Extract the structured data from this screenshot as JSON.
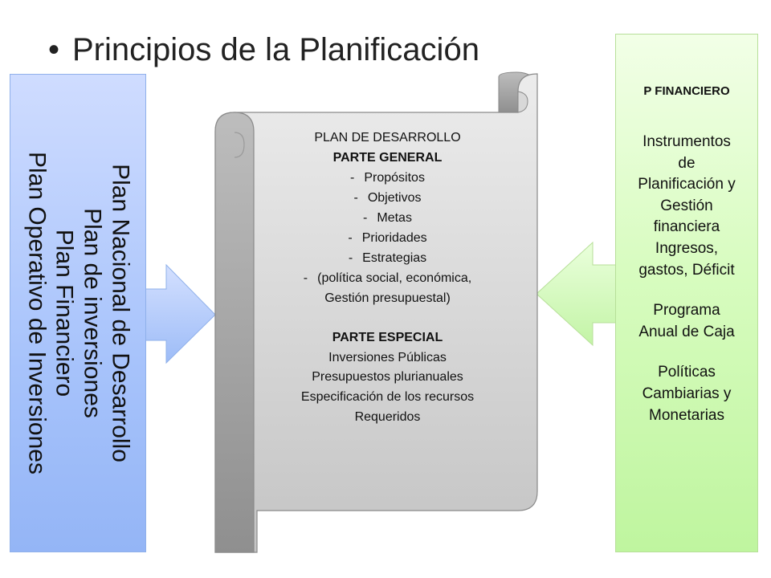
{
  "title": "Principios de la Planificación",
  "left_box": {
    "lines": [
      "Plan Nacional de Desarrollo",
      "Plan de inversiones",
      "Plan Financiero",
      "Plan Operativo de Inversiones"
    ]
  },
  "scroll": {
    "heading": "PLAN DE DESARROLLO",
    "general_title": "PARTE GENERAL",
    "general_items": [
      "Propósitos",
      "Objetivos",
      "Metas",
      "Prioridades",
      "Estrategias",
      "(política social, económica,"
    ],
    "general_continuation": "Gestión presupuestal)",
    "special_title": "PARTE ESPECIAL",
    "special_lines": [
      "Inversiones Públicas",
      "Presupuestos plurianuales",
      "Especificación de los recursos",
      "Requeridos"
    ]
  },
  "right_box": {
    "title": "P FINANCIERO",
    "block1": [
      "Instrumentos",
      "de",
      "Planificación y",
      "Gestión",
      "financiera",
      "Ingresos,",
      "gastos, Déficit"
    ],
    "block2": [
      "Programa",
      "Anual de Caja"
    ],
    "block3": [
      "Políticas",
      "Cambiarias y",
      "Monetarias"
    ]
  }
}
